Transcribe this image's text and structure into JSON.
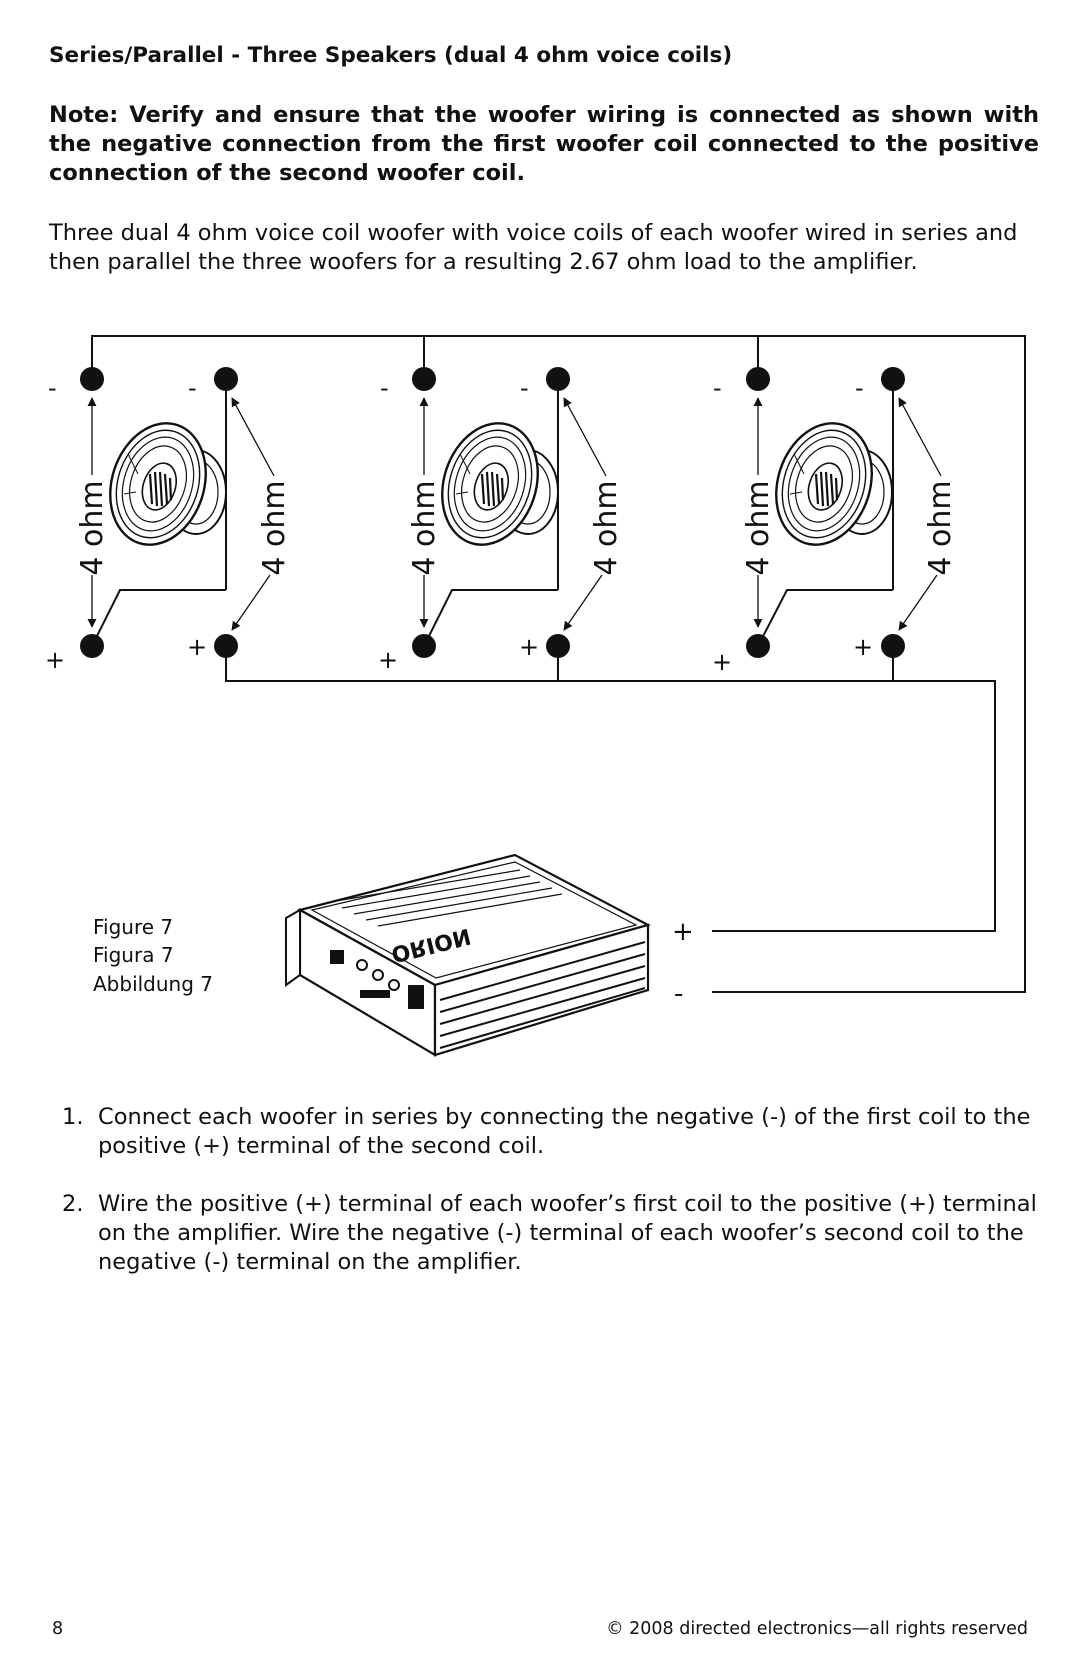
{
  "heading": "Series/Parallel - Three Speakers (dual 4 ohm voice coils)",
  "note": "Note: Verify and ensure that the woofer wiring is connected as shown with the negative connection from the first woofer coil connected to the positive connection of the second woofer coil.",
  "intro": "Three dual 4 ohm voice coil woofer with voice coils of each woofer wired in series and then parallel the three woofers for a resulting 2.67 ohm load to the amplifier.",
  "diagram": {
    "coil_label": "4 ohm",
    "neg_sign": "-",
    "pos_sign": "+",
    "amp_brand": "ORION",
    "amp_plus": "+",
    "amp_minus": "-",
    "figure_labels": [
      "Figure 7",
      "Figura 7",
      "Abbildung 7"
    ]
  },
  "steps": [
    {
      "num": "1.",
      "text": "Connect each woofer in series by connecting the negative (-) of the first coil to the positive (+) terminal of the second coil."
    },
    {
      "num": "2.",
      "text": "Wire the positive (+) terminal of each woofer’s first coil to the positive (+) terminal on the amplifier. Wire the negative (-) terminal of each woofer’s second coil to the negative (-) terminal on the amplifier."
    }
  ],
  "footer": {
    "page_number": "8",
    "copyright": "© 2008 directed electronics—all rights reserved"
  }
}
